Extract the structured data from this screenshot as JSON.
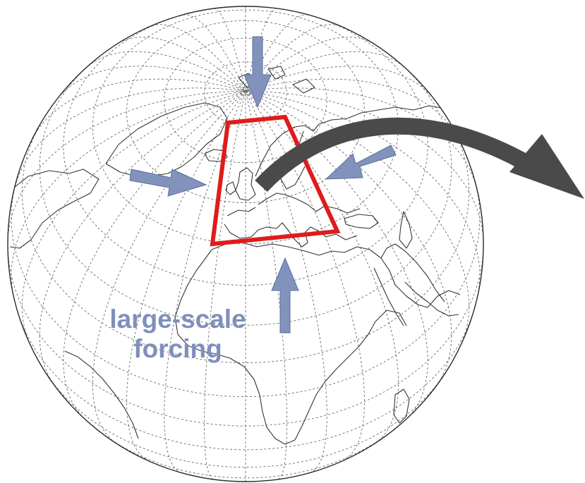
{
  "label": {
    "line1": "large-scale",
    "line2": "forcing"
  },
  "colors": {
    "background": "#ffffff",
    "globe_outline": "#2a2a2a",
    "graticule": "#6a6a6a",
    "coastline": "#333333",
    "domain_box": "#e01b1b",
    "forcing_arrows": "#8193bd",
    "forcing_arrow_edge": "#5d6f99",
    "outflow_arrow": "#4a4a4a",
    "label_text": "#7f8fbd"
  },
  "icons": {
    "globe": "globe-icon",
    "domain_box": "region-box",
    "forcing_arrow": "arrow-icon",
    "outflow_arrow": "curved-arrow-icon"
  }
}
